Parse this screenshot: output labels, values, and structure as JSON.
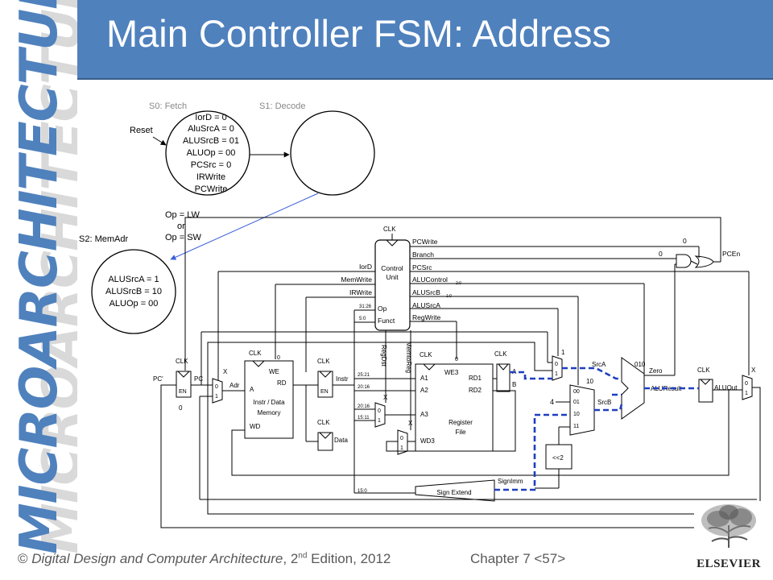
{
  "slide": {
    "title": "Main Controller FSM: Address",
    "sidebar_text": "MICROARCHITECTURE",
    "footer": {
      "copyright": "© ",
      "book": "Digital Design and Computer Architecture",
      "edition_num": ", 2",
      "edition_sup": "nd",
      "edition_rest": " Edition, 2012",
      "chapter": "Chapter 7 <57>"
    },
    "publisher": "ELSEVIER"
  },
  "fsm": {
    "s0_label": "S0: Fetch",
    "s1_label": "S1: Decode",
    "reset": "Reset",
    "s0_lines": [
      "IorD = 0",
      "AluSrcA = 0",
      "ALUSrcB = 01",
      "ALUOp = 00",
      "PCSrc = 0",
      "IRWrite",
      "PCWrite"
    ],
    "cond1": "Op = LW",
    "cond_or": "or",
    "cond2": "Op = SW",
    "s2_label": "S2: MemAdr",
    "s2_lines": [
      "ALUSrcA = 1",
      "ALUSrcB = 10",
      "ALUOp = 00"
    ]
  },
  "datapath": {
    "clk": "CLK",
    "control_unit": [
      "Control",
      "Unit"
    ],
    "op": "Op",
    "funct": "Funct",
    "op_bits": "31:26",
    "funct_bits": "5:0",
    "outputs": [
      "PCWrite",
      "Branch",
      "PCSrc",
      "ALUControl",
      "ALUSrcB",
      "ALUSrcA",
      "RegWrite"
    ],
    "alucontrol_sub": "2:0",
    "alusrcb_sub": "1:0",
    "left_outputs": [
      "IorD",
      "MemWrite",
      "IRWrite"
    ],
    "regdst": "RegDst",
    "memtoreg": "MemtoReg",
    "pcen": "PCEn",
    "pc_prime": "PC'",
    "pc": "PC",
    "en": "EN",
    "adr": "Adr",
    "we": "WE",
    "rd": "RD",
    "a": "A",
    "wd": "WD",
    "memory": [
      "Instr / Data",
      "Memory"
    ],
    "instr": "Instr",
    "data": "Data",
    "bits": [
      "25:21",
      "20:16",
      "20:16",
      "15:11",
      "15:0"
    ],
    "we3": "WE3",
    "a1": "A1",
    "a2": "A2",
    "a3": "A3",
    "wd3": "WD3",
    "rd1": "RD1",
    "rd2": "RD2",
    "regfile": [
      "Register",
      "File"
    ],
    "reg_a": "A",
    "reg_b": "B",
    "srca": "SrcA",
    "srcb": "SrcB",
    "four": "4",
    "shift": "<<2",
    "signimm": "SignImm",
    "sign_extend": "Sign Extend",
    "alu_op": "010",
    "zero": "Zero",
    "aluresult": "ALUResult",
    "aluout": "ALUOut",
    "x": "X",
    "zero_digit": "0",
    "one_digit": "1",
    "sel_labels": [
      "00",
      "01",
      "10",
      "11"
    ],
    "srcb_sel": "10"
  },
  "colors": {
    "title_bar": "#4f81bd",
    "highlight_path": "#1f3fbf",
    "control_signal": "#3b5fd9"
  }
}
